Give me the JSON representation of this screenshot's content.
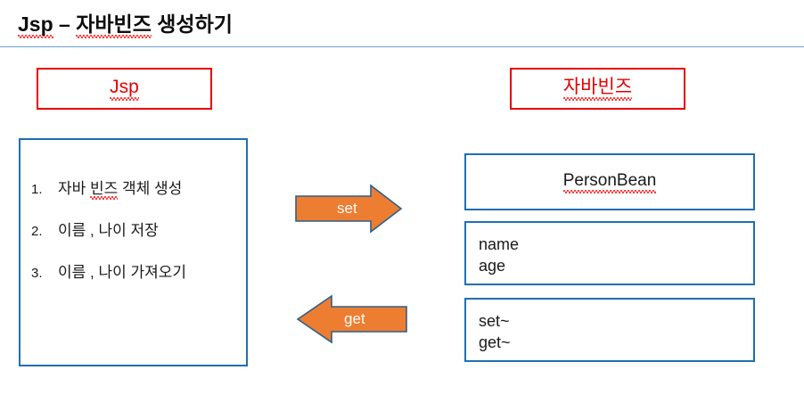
{
  "slide": {
    "title_parts": {
      "jsp": "Jsp",
      "dash": " – ",
      "javabeans": "자바빈즈",
      "rest": " 생성하기"
    },
    "title_full": "Jsp – 자바빈즈 생성하기"
  },
  "labels": {
    "left": "Jsp",
    "right": "자바빈즈"
  },
  "jsp_steps": [
    {
      "num": "1.",
      "text": "자바 빈즈 객체 생성"
    },
    {
      "num": "2.",
      "text": "이름 , 나이 저장"
    },
    {
      "num": "3.",
      "text": "이름 , 나이 가져오기"
    }
  ],
  "bean": {
    "class_name": "PersonBean",
    "fields": [
      "name",
      "age"
    ],
    "methods": [
      "set~",
      "get~"
    ]
  },
  "arrows": [
    {
      "label": "set",
      "direction": "right"
    },
    {
      "label": "get",
      "direction": "left"
    }
  ],
  "colors": {
    "accent_red": "#e60000",
    "accent_blue": "#1f6fb2",
    "divider_blue": "#6a9fd4",
    "arrow_fill": "#ed7d31",
    "arrow_stroke": "#2e5f8a",
    "arrow_text": "#ffffff",
    "text": "#1a1a1a",
    "background": "#ffffff"
  }
}
